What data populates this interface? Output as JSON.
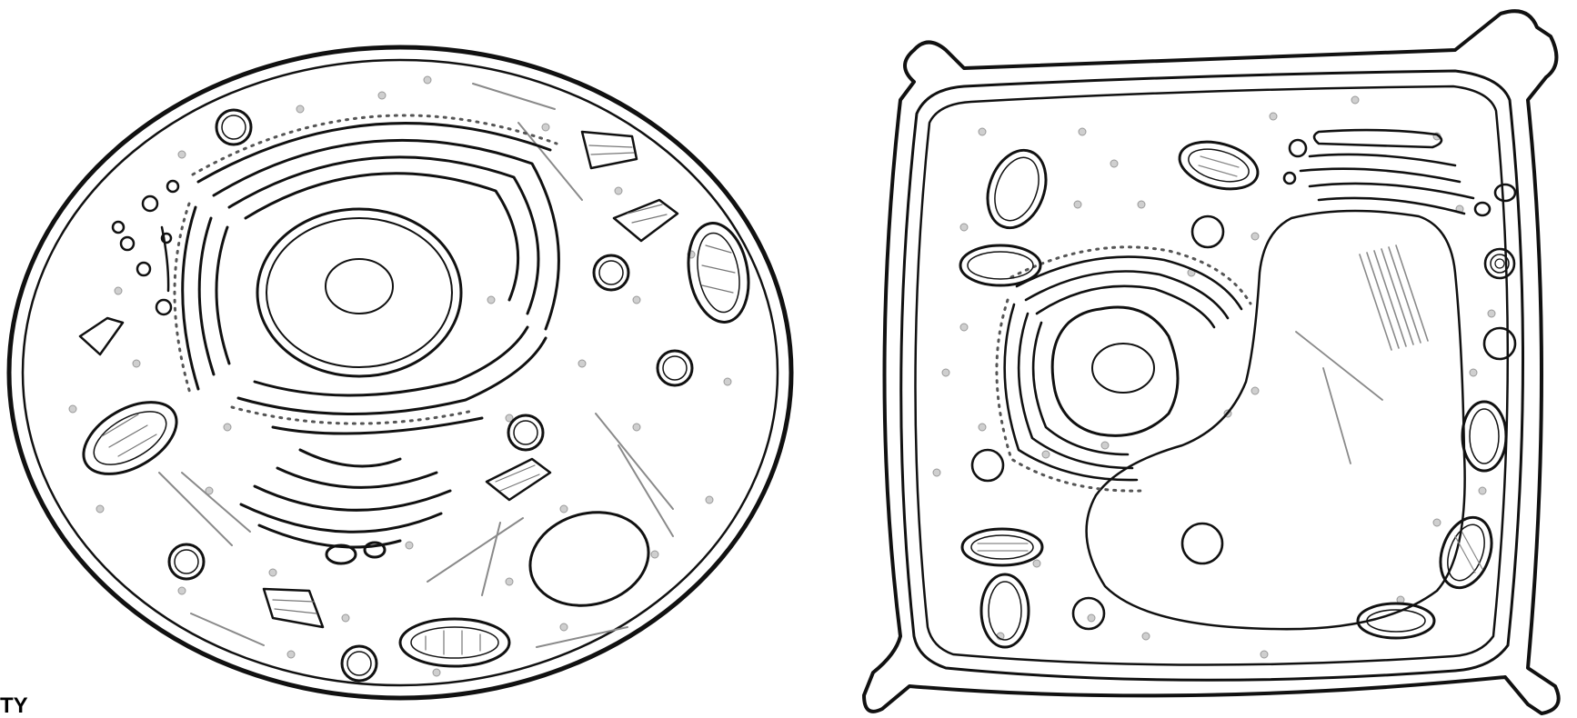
{
  "corner_label": "TY",
  "figure": {
    "left_cell": "animal-cell",
    "right_cell": "plant-cell"
  },
  "colors": {
    "outline": "#111111",
    "detail": "#444444",
    "fiber": "#888888",
    "dots": "#bdbdbd",
    "background": "#ffffff"
  }
}
